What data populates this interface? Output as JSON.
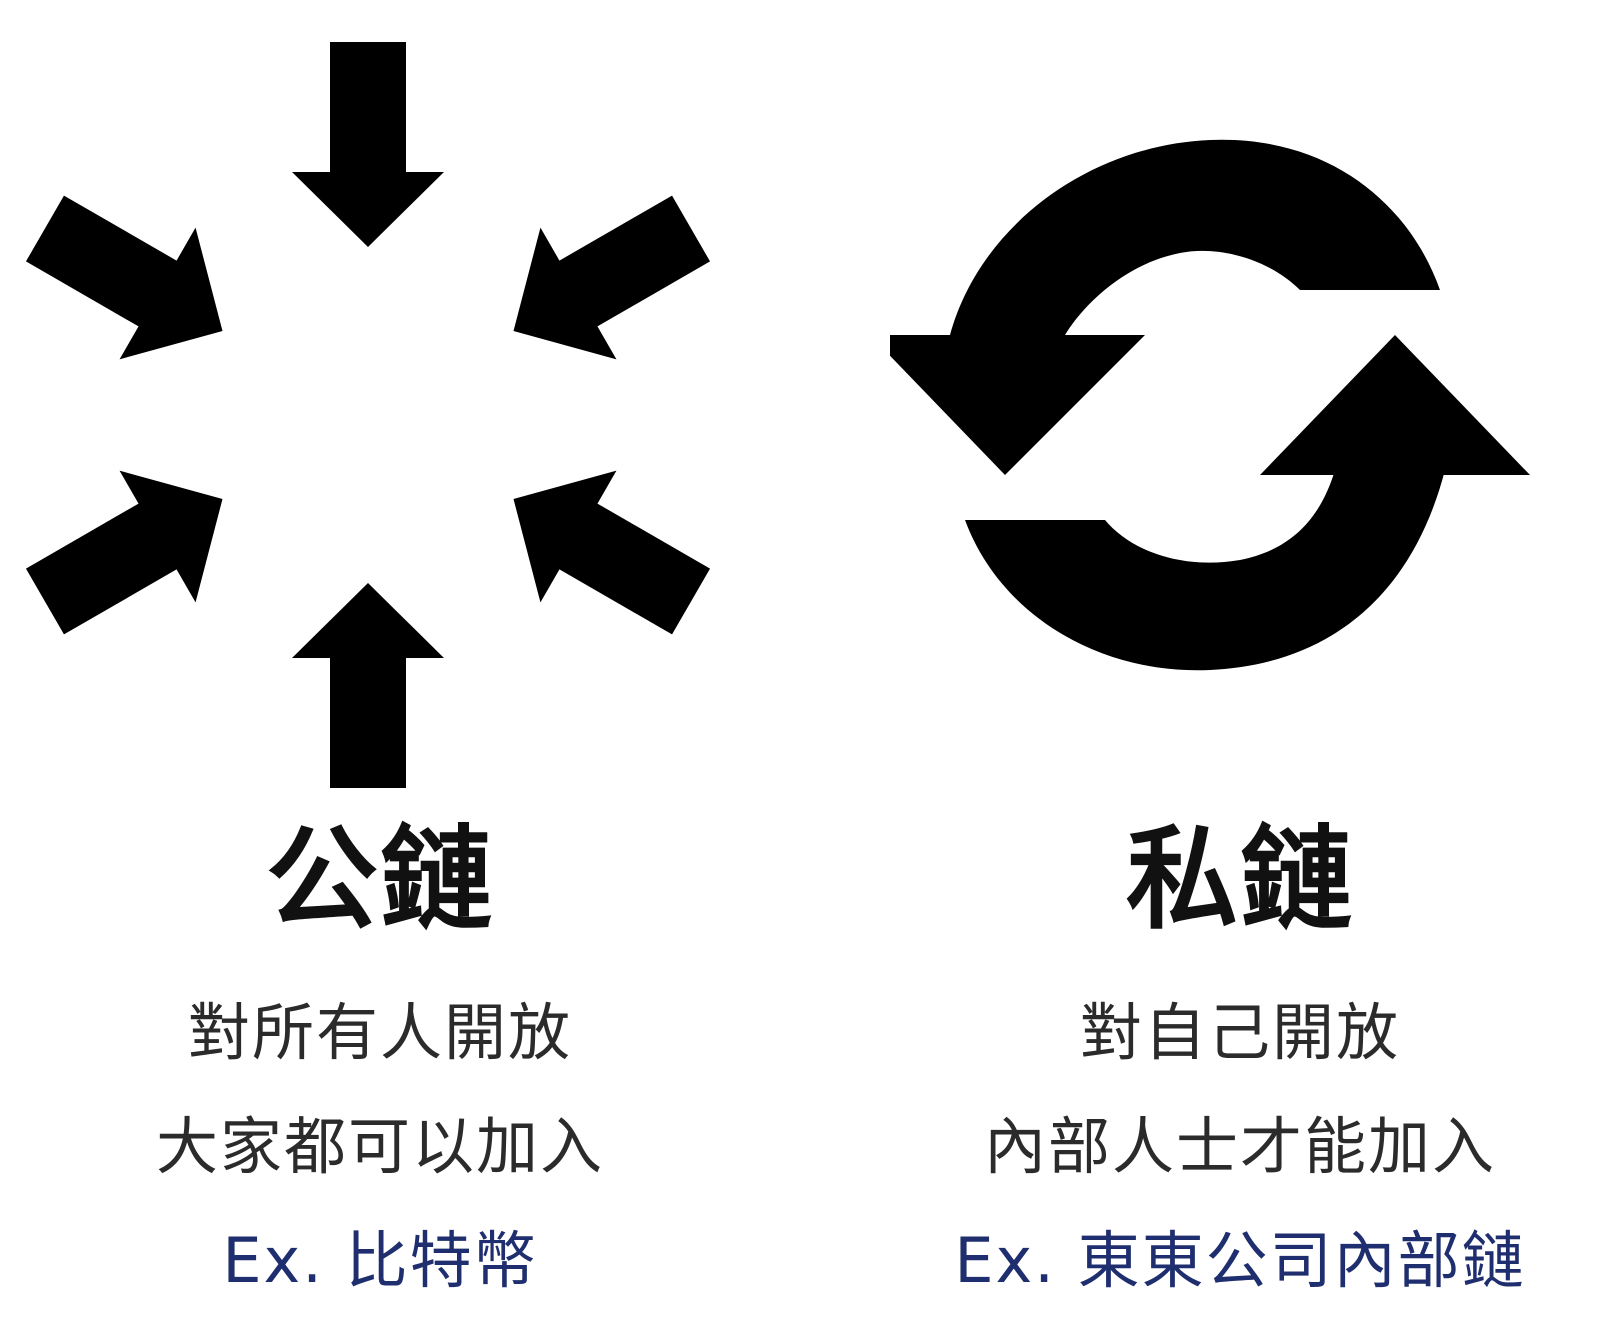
{
  "colors": {
    "icon": "#000000",
    "heading": "#111111",
    "body_text": "#2b2b2b",
    "example_text": "#1f2e6e"
  },
  "public_chain": {
    "icon": "converging-arrows-icon",
    "title": "公鏈",
    "line1": "對所有人開放",
    "line2": "大家都可以加入",
    "example": "Ex. 比特幣"
  },
  "private_chain": {
    "icon": "cycle-arrows-icon",
    "title": "私鏈",
    "line1": "對自己開放",
    "line2": "內部人士才能加入",
    "example": "Ex. 東東公司內部鏈"
  }
}
